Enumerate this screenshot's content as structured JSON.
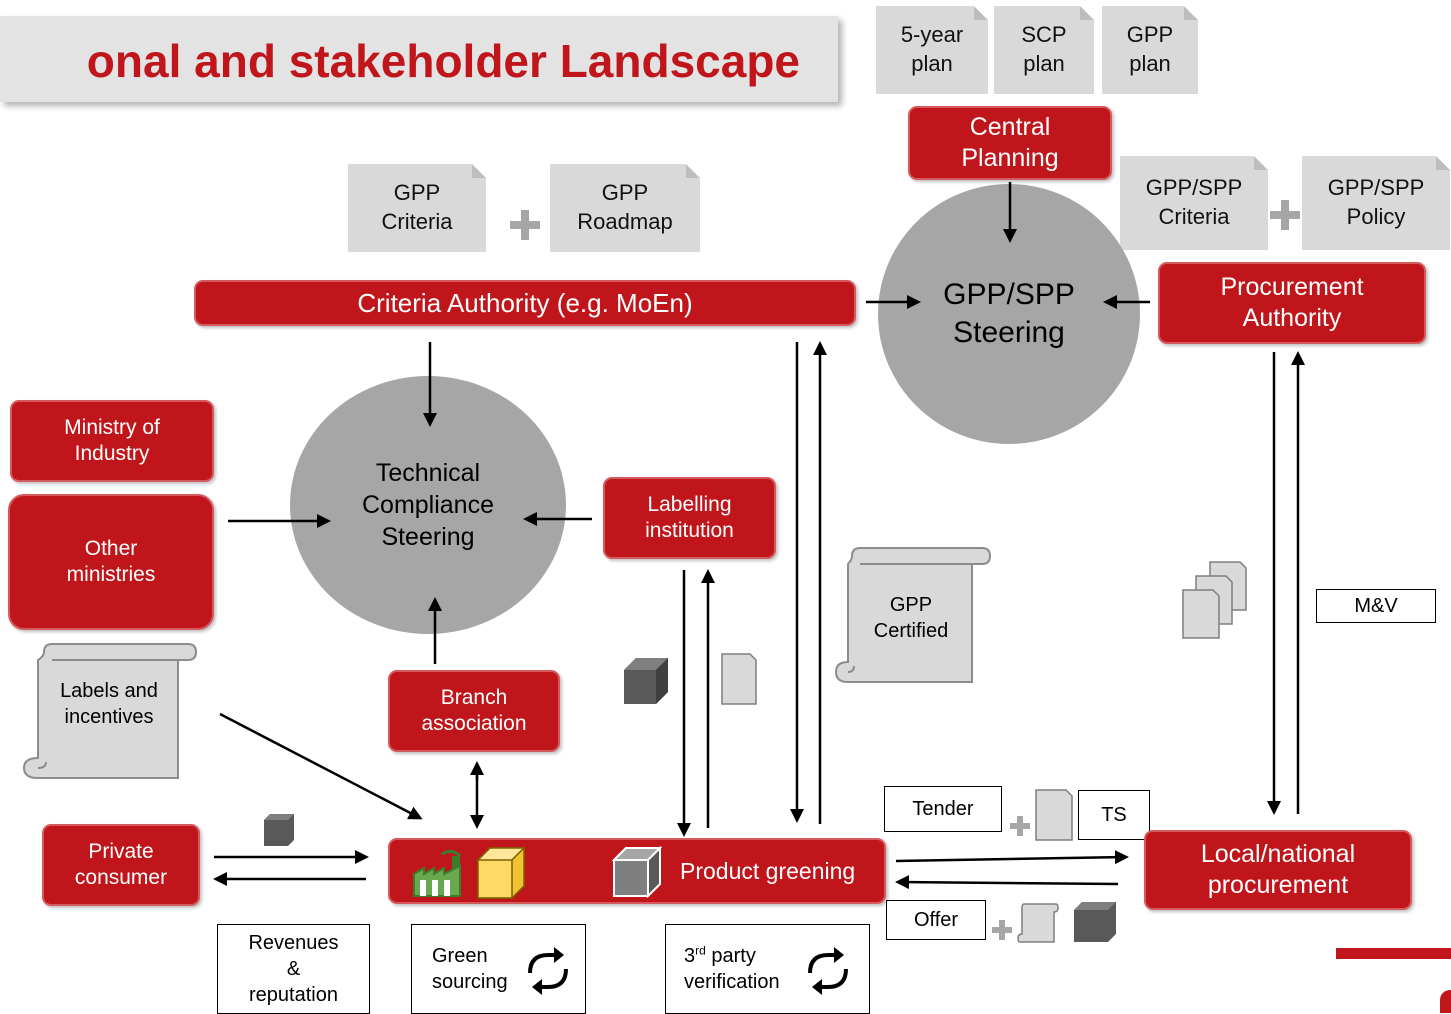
{
  "title": "onal and stakeholder Landscape",
  "plans": [
    "5-year plan",
    "SCP plan",
    "GPP plan"
  ],
  "central_planning": "Central Planning",
  "gpp_criteria_doc": "GPP Criteria",
  "gpp_roadmap_doc": "GPP Roadmap",
  "gpp_spp_criteria_doc": "GPP/SPP Criteria",
  "gpp_spp_policy_doc": "GPP/SPP Policy",
  "criteria_authority": "Criteria Authority (e.g. MoEn)",
  "gpp_spp_steering": "GPP/SPP Steering",
  "procurement_authority": "Procurement Authority",
  "ministry_of_industry": "Ministry of Industry",
  "other_ministries": "Other ministries",
  "technical_compliance": "Technical Compliance Steering",
  "labelling_institution": "Labelling institution",
  "gpp_certified": "GPP Certified",
  "mv": "M&V",
  "labels_incentives": "Labels and incentives",
  "branch_association": "Branch association",
  "private_consumer": "Private consumer",
  "product_greening": "Product greening",
  "tender": "Tender",
  "ts": "TS",
  "offer": "Offer",
  "local_procurement": "Local/national procurement",
  "revenues": "Revenues & reputation",
  "green_sourcing": "Green sourcing",
  "third_party_sup": "rd",
  "third_party_prefix": "3",
  "third_party_rest": " party verification",
  "colors": {
    "red": "#c0161b",
    "grey": "#a6a6a6",
    "doc_grey": "#d9d9d9",
    "title_red": "#c0161b"
  }
}
